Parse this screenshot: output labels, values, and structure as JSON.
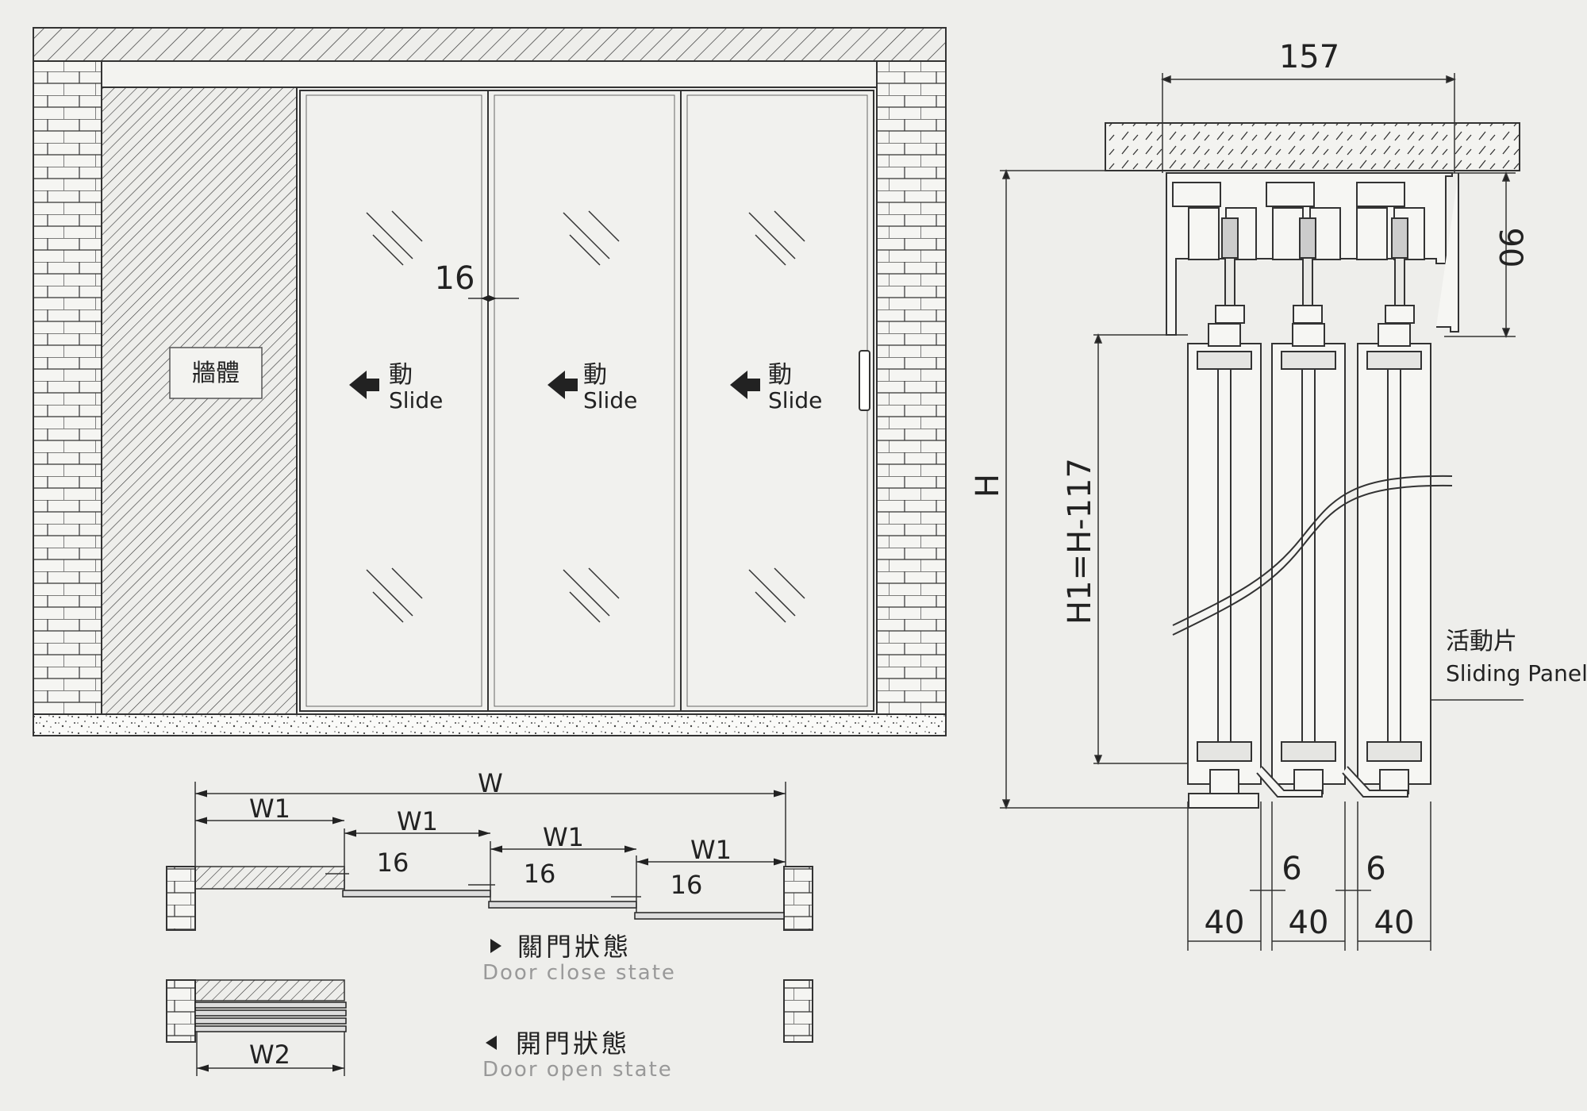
{
  "elevation": {
    "wall_label": "牆體",
    "panels": [
      {
        "label_cn": "動",
        "label_en": "Slide"
      },
      {
        "label_cn": "動",
        "label_en": "Slide"
      },
      {
        "label_cn": "動",
        "label_en": "Slide"
      }
    ],
    "gap_dim": "16"
  },
  "plan_close": {
    "overall": "W",
    "panel_widths": [
      "W1",
      "W1",
      "W1",
      "W1"
    ],
    "overlaps": [
      "16",
      "16",
      "16"
    ],
    "state_cn": "關門狀態",
    "state_en": "Door close state"
  },
  "plan_open": {
    "stack_width": "W2",
    "state_cn": "開門狀態",
    "state_en": "Door open state"
  },
  "section": {
    "top_width": "157",
    "track_height": "90",
    "height": "H",
    "panel_height": "H1=H-117",
    "gaps": [
      "6",
      "6"
    ],
    "panel_depths": [
      "40",
      "40",
      "40"
    ],
    "panel_label_cn": "活動片",
    "panel_label_en": "Sliding Panel"
  }
}
